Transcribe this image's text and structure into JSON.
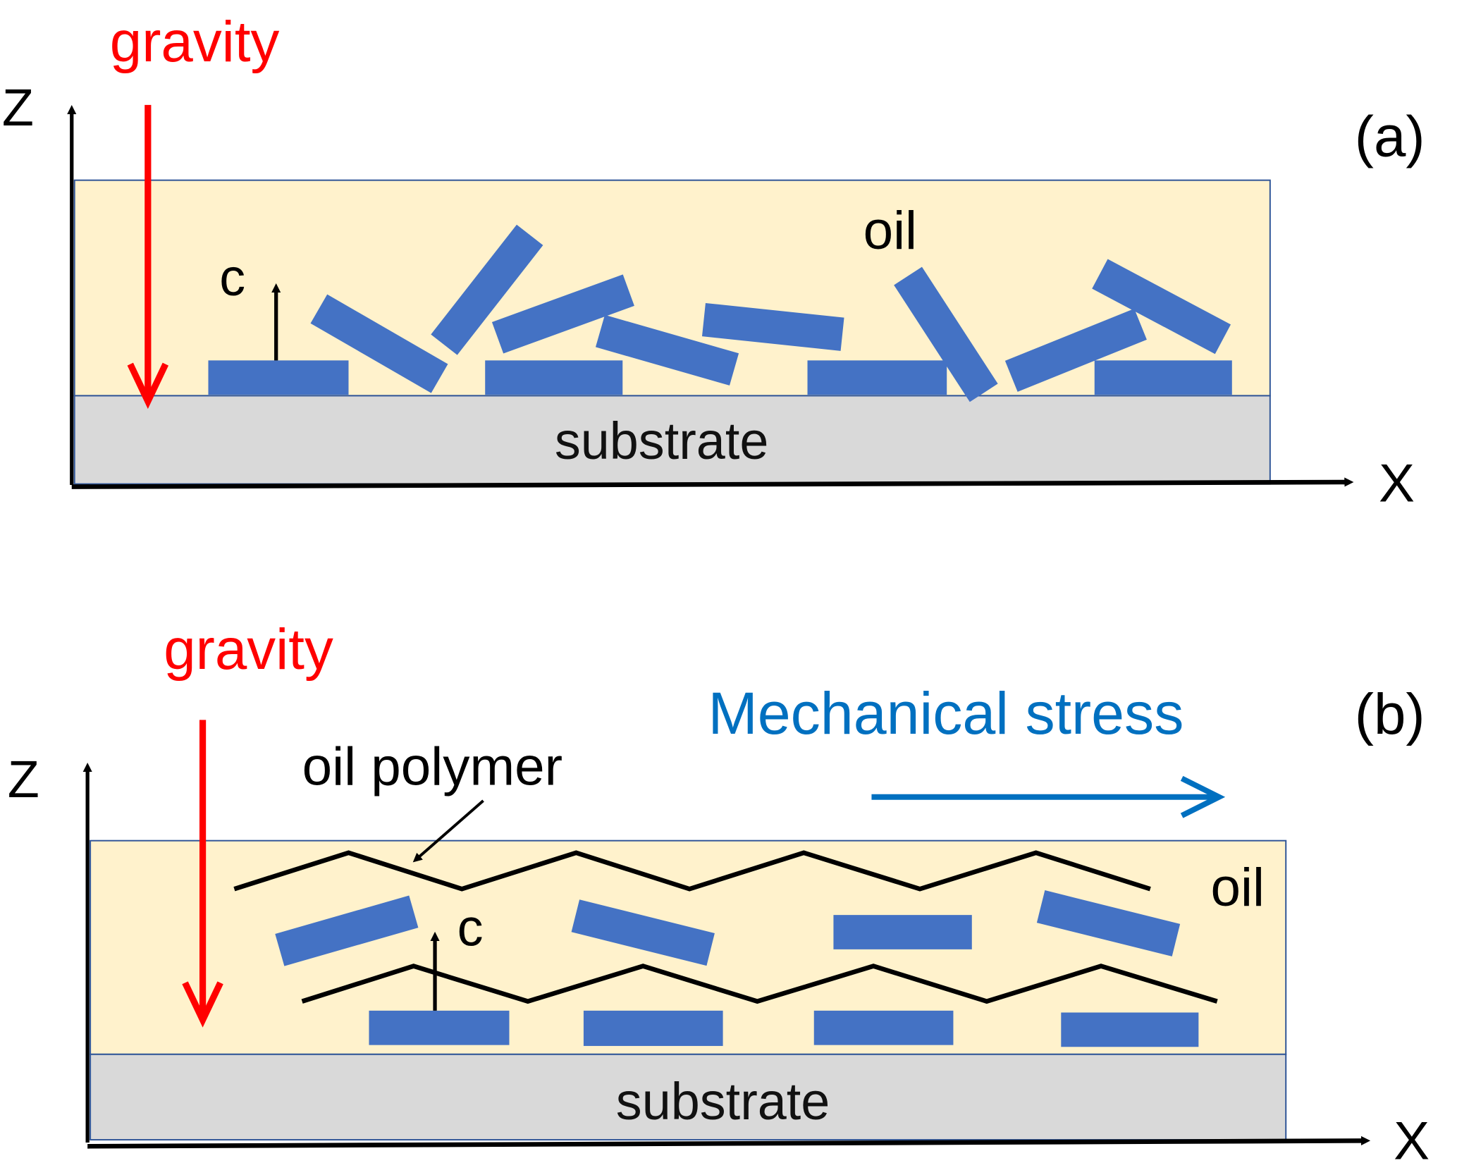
{
  "colors": {
    "gravity": "#ff0000",
    "stress": "#0070c0",
    "oil_fill": "#fff2cc",
    "oil_border": "#2f5597",
    "substrate_fill": "#d9d9d9",
    "platelet": "#4472c4",
    "axis": "#000000"
  },
  "panel_a": {
    "label": "(a)",
    "gravity_label": "gravity",
    "z_axis_label": "Z",
    "x_axis_label": "X",
    "oil_label": "oil",
    "substrate_label": "substrate",
    "c_axis_label": "c"
  },
  "panel_b": {
    "label": "(b)",
    "gravity_label": "gravity",
    "z_axis_label": "Z",
    "x_axis_label": "X",
    "oil_label": "oil",
    "substrate_label": "substrate",
    "c_axis_label": "c",
    "polymer_label": "oil polymer",
    "stress_label": "Mechanical stress"
  }
}
